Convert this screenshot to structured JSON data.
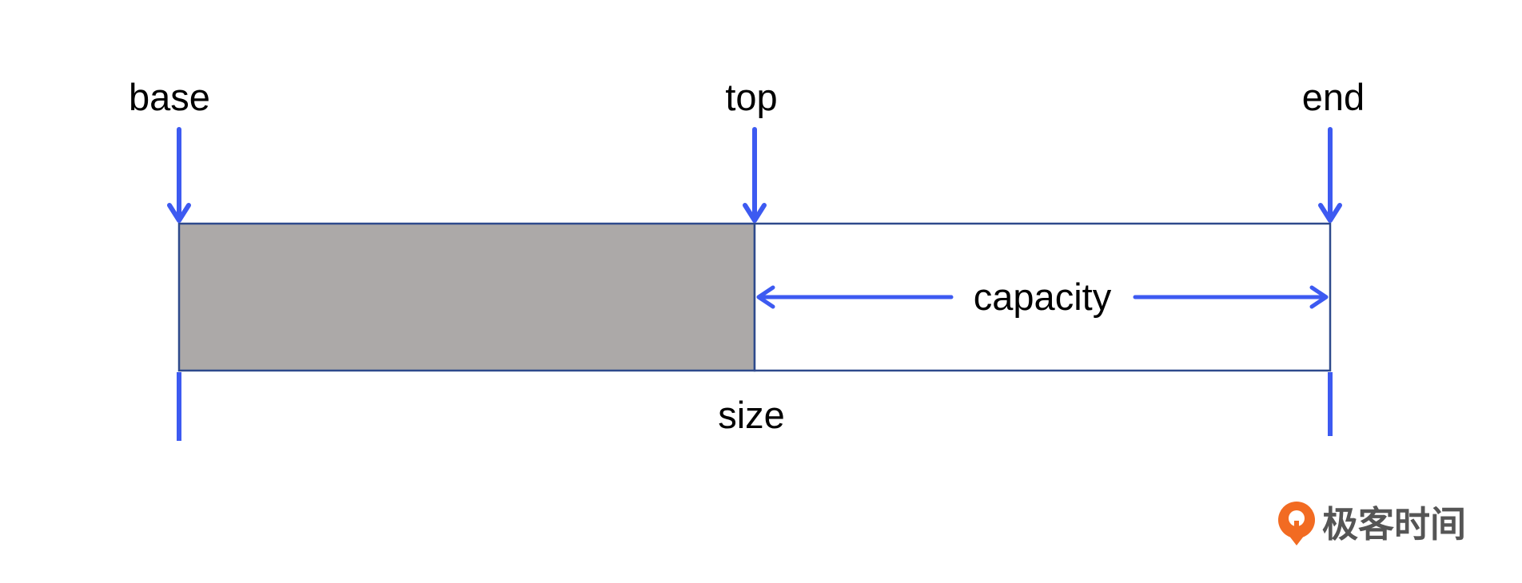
{
  "labels": {
    "base": "base",
    "top": "top",
    "end": "end",
    "capacity": "capacity",
    "size": "size"
  },
  "logo": {
    "text": "极客时间",
    "icon": "geektime-logo-icon"
  },
  "colors": {
    "arrow": "#3d5af1",
    "used_fill": "#aca9a8",
    "border": "#2e4a8c",
    "free_fill": "#ffffff",
    "logo_orange": "#f26b22",
    "logo_text": "#555555"
  }
}
